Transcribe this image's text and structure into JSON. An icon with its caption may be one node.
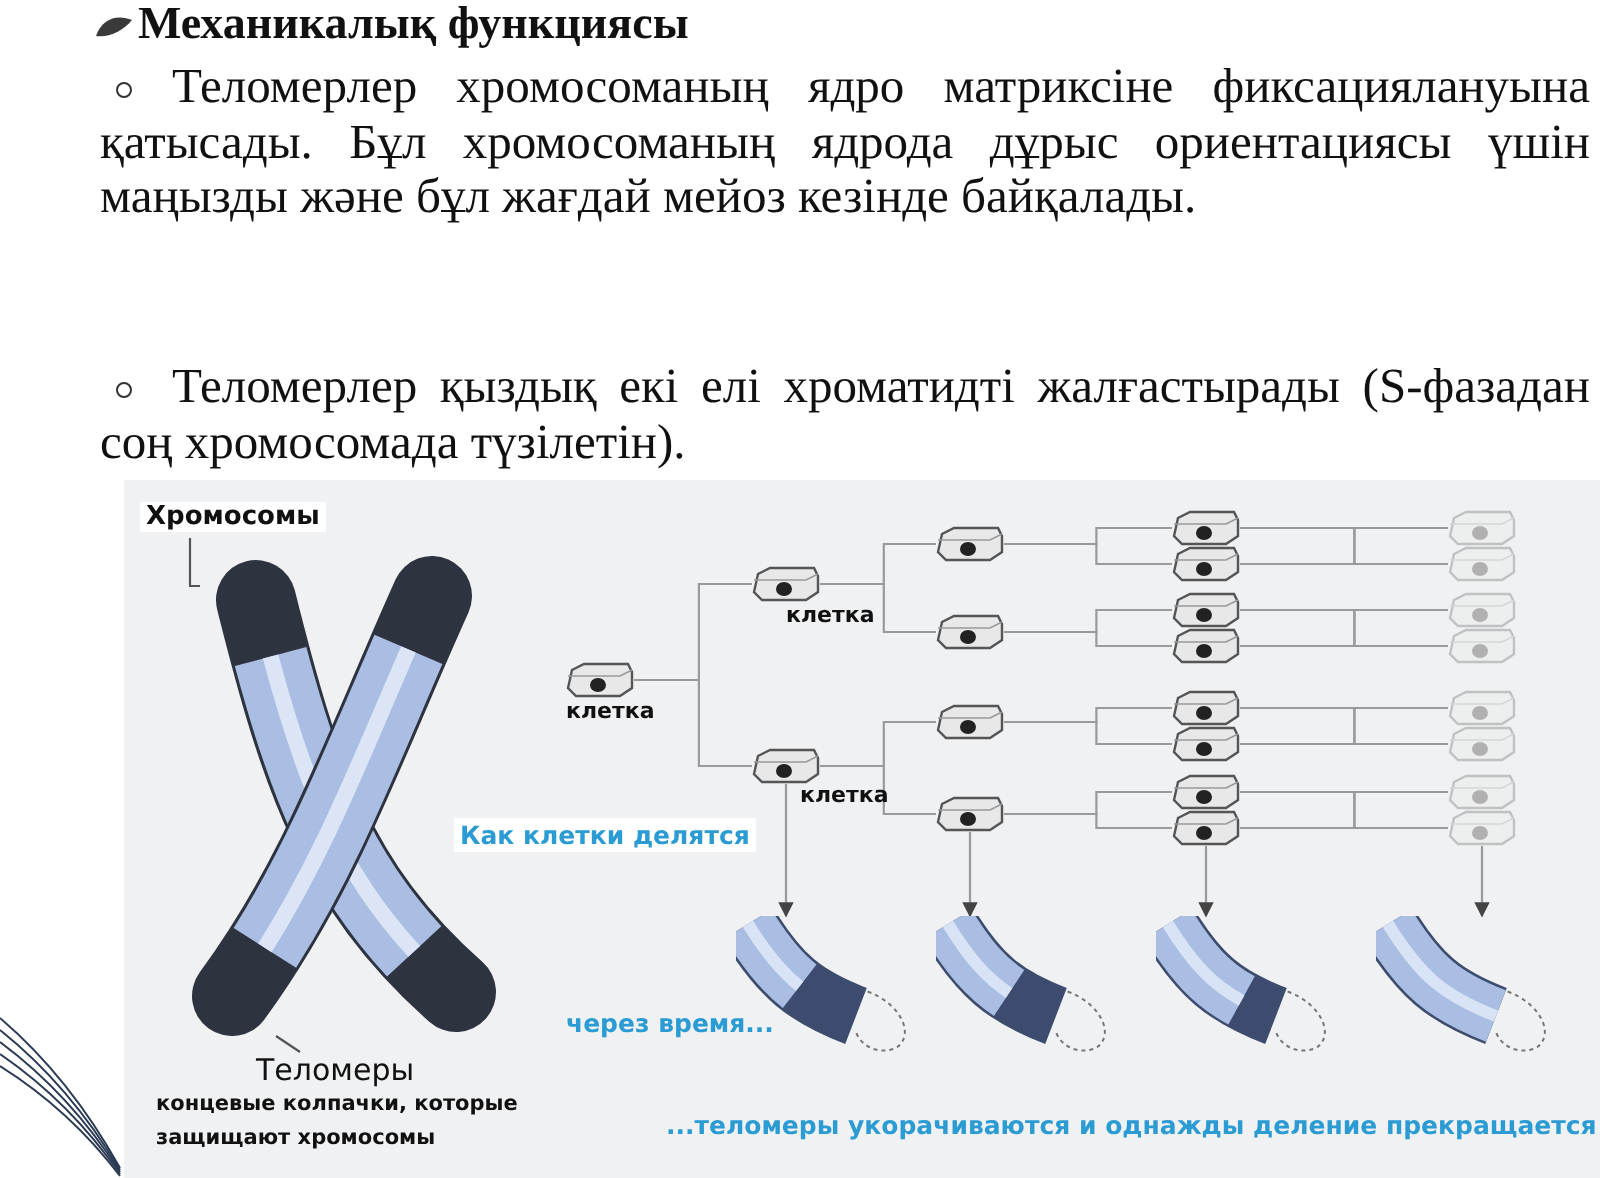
{
  "diagram": {
    "title": "Механикалық функциясы",
    "nodes": [
      {
        "text": [
          "Хромосомы"
        ]
      },
      {
        "text": [],
        "shape": "picture"
      },
      {
        "text": [
          "Теломеры",
          "концевые колпачки, которые защищают хромосомы"
        ]
      },
      {
        "text": [],
        "shape": "picture",
        "beside": [
          "клетка"
        ]
      },
      {
        "text": [],
        "shape": "picture",
        "beside": [
          "клетка"
        ]
      },
      {
        "text": [],
        "shape": "picture",
        "beside": [
          "клетка"
        ]
      },
      {
        "text": [],
        "shape": "picture"
      },
      {
        "text": [],
        "shape": "picture"
      },
      {
        "text": [],
        "shape": "picture"
      },
      {
        "text": [],
        "shape": "picture"
      },
      {
        "text": [],
        "shape": "picture"
      },
      {
        "text": [],
        "shape": "picture"
      },
      {
        "text": [],
        "shape": "picture"
      },
      {
        "text": [],
        "shape": "picture"
      },
      {
        "text": [],
        "shape": "picture"
      },
      {
        "text": [],
        "shape": "picture"
      },
      {
        "text": [],
        "shape": "picture"
      },
      {
        "text": [],
        "shape": "picture"
      },
      {
        "text": [],
        "shape": "picture"
      },
      {
        "text": [],
        "shape": "picture"
      },
      {
        "text": [],
        "shape": "picture"
      },
      {
        "text": [],
        "shape": "picture"
      },
      {
        "text": [],
        "shape": "picture"
      },
      {
        "text": [],
        "shape": "picture"
      },
      {
        "text": [],
        "shape": "picture"
      },
      {
        "text": [],
        "shape": "picture"
      },
      {
        "text": [],
        "shape": "picture"
      },
      {
        "text": [],
        "shape": "picture"
      },
      {
        "text": [],
        "shape": "picture"
      },
      {
        "text": [],
        "shape": "picture"
      }
    ],
    "edges": [
      {
        "from": 0,
        "to": 1,
        "arrow": "none"
      },
      {
        "from": 2,
        "to": 1,
        "arrow": "none"
      },
      {
        "from": 3,
        "to": 4,
        "arrow": "none"
      },
      {
        "from": 3,
        "to": 5,
        "arrow": "none"
      },
      {
        "from": 4,
        "to": 6,
        "arrow": "none"
      },
      {
        "from": 4,
        "to": 7,
        "arrow": "none"
      },
      {
        "from": 5,
        "to": 8,
        "arrow": "none"
      },
      {
        "from": 5,
        "to": 9,
        "arrow": "none"
      },
      {
        "from": 6,
        "to": 10,
        "arrow": "none"
      },
      {
        "from": 6,
        "to": 11,
        "arrow": "none"
      },
      {
        "from": 7,
        "to": 12,
        "arrow": "none"
      },
      {
        "from": 7,
        "to": 13,
        "arrow": "none"
      },
      {
        "from": 8,
        "to": 14,
        "arrow": "none"
      },
      {
        "from": 8,
        "to": 15,
        "arrow": "none"
      },
      {
        "from": 9,
        "to": 16,
        "arrow": "none"
      },
      {
        "from": 9,
        "to": 17,
        "arrow": "none"
      },
      {
        "from": 10,
        "to": 18,
        "arrow": "none"
      },
      {
        "from": 10,
        "to": 19,
        "arrow": "none"
      },
      {
        "from": 11,
        "to": 18,
        "arrow": "none"
      },
      {
        "from": 11,
        "to": 19,
        "arrow": "none"
      },
      {
        "from": 12,
        "to": 20,
        "arrow": "none"
      },
      {
        "from": 12,
        "to": 21,
        "arrow": "none"
      },
      {
        "from": 13,
        "to": 20,
        "arrow": "none"
      },
      {
        "from": 13,
        "to": 21,
        "arrow": "none"
      },
      {
        "from": 14,
        "to": 22,
        "arrow": "none"
      },
      {
        "from": 14,
        "to": 23,
        "arrow": "none"
      },
      {
        "from": 15,
        "to": 22,
        "arrow": "none"
      },
      {
        "from": 15,
        "to": 23,
        "arrow": "none"
      },
      {
        "from": 16,
        "to": 24,
        "arrow": "none"
      },
      {
        "from": 16,
        "to": 25,
        "arrow": "none"
      },
      {
        "from": 17,
        "to": 24,
        "arrow": "none"
      },
      {
        "from": 17,
        "to": 25,
        "arrow": "none"
      },
      {
        "from": 5,
        "to": 26,
        "arrow": "to"
      },
      {
        "from": 9,
        "to": 27,
        "arrow": "to"
      },
      {
        "from": 17,
        "to": 28,
        "arrow": "to"
      },
      {
        "from": 25,
        "to": 29,
        "arrow": "to"
      }
    ],
    "labels": [
      "Теломерлер хромосоманың ядро матриксіне фиксациялануына қатысады. Бұл хромосоманың ядрода дұрыс ориентациясы үшін маңызды және бұл жағдай мейоз кезінде байқалады.",
      "Теломерлер қыздық екі елі хроматидті жалғастырады (S-фазадан соң хромосомада түзілетін).",
      "Как клетки делятся",
      "через время...",
      "...теломеры укорачиваются и однажды деление прекращается"
    ]
  }
}
